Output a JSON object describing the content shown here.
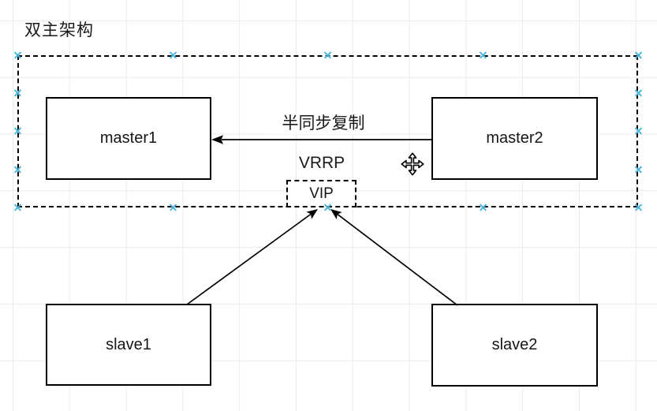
{
  "title": "双主架构",
  "diagram": {
    "nodes": {
      "master1": {
        "label": "master1"
      },
      "master2": {
        "label": "master2"
      },
      "slave1": {
        "label": "slave1"
      },
      "slave2": {
        "label": "slave2"
      },
      "vip": {
        "label": "VIP"
      }
    },
    "edges": {
      "replication": {
        "from": "master2",
        "to": "master1",
        "label": "半同步复制",
        "arrow": "filled"
      },
      "slave1_to_vip": {
        "from": "slave1",
        "to": "vip",
        "label": "",
        "arrow": "filled"
      },
      "slave2_to_vip": {
        "from": "slave2",
        "to": "vip",
        "label": "",
        "arrow": "filled"
      }
    },
    "annotations": {
      "vrrp": "VRRP"
    }
  },
  "editor": {
    "cursor": "move",
    "selection_style": "dashed",
    "connection_point_color": "#4bb5dd"
  },
  "colors": {
    "background": "#ffffff",
    "grid": "#ebebeb",
    "line": "#000000",
    "node_fill": "#ffffff",
    "text": "#111111"
  }
}
